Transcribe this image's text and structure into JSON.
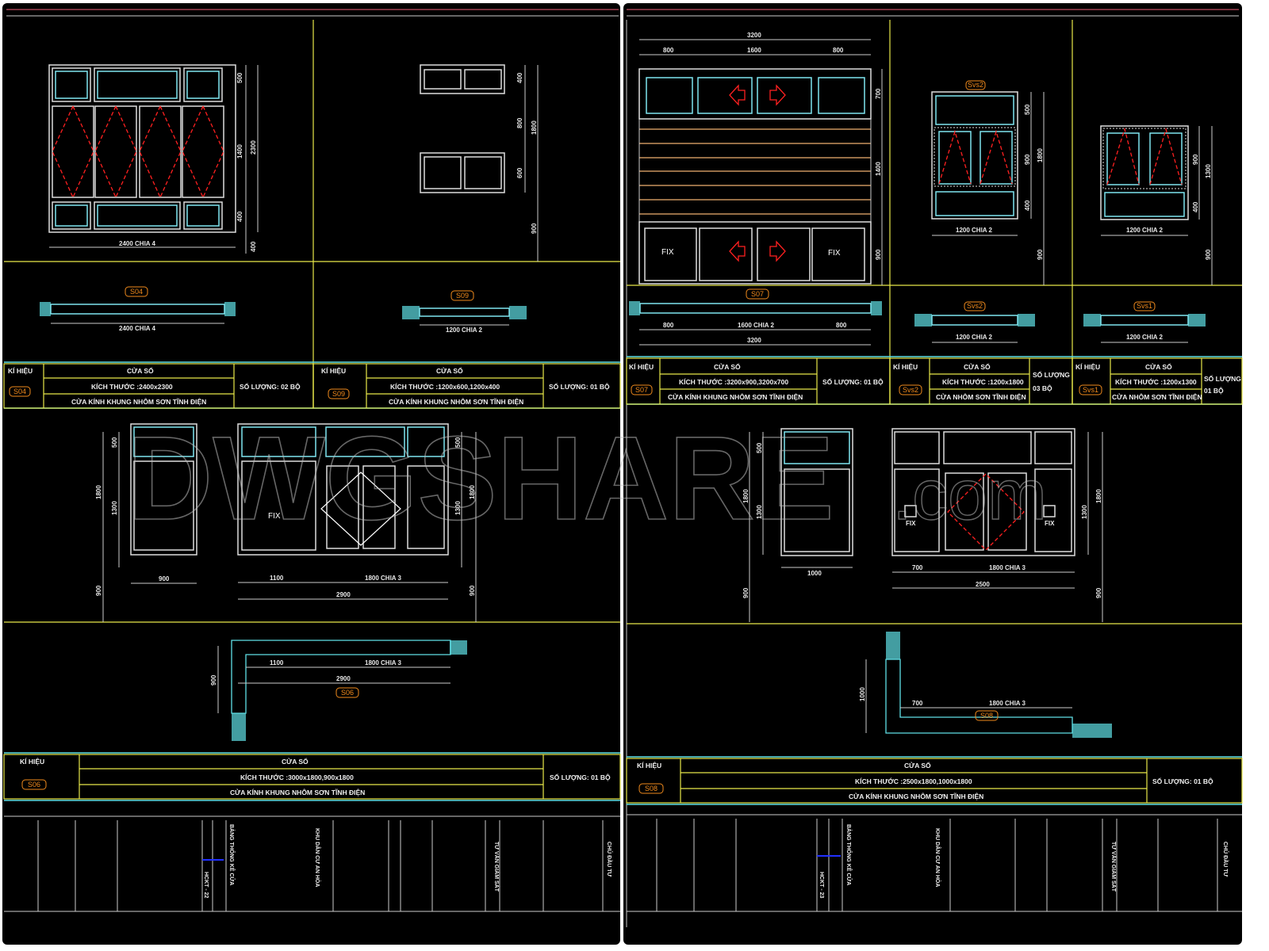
{
  "watermark": {
    "main": "DWGSHARE",
    "suffix": ".com"
  },
  "colors": {
    "background": "#000000",
    "frame": "#dddddd",
    "glass": "#7fe6f0",
    "grid_yellow": "#e8e84a",
    "grid_cyan": "#5fe0e6",
    "tag": "#f08a1c",
    "opening": "#ff2020"
  },
  "left_sheet": {
    "s04": {
      "tag": "S04",
      "dims": [
        "500",
        "1400",
        "2300",
        "400",
        "2400 CHIA 4",
        "400"
      ],
      "plan_dim": "2400 CHIA 4"
    },
    "s09": {
      "tag": "S09",
      "dims": [
        "400",
        "800",
        "1800",
        "600",
        "900"
      ],
      "plan_dim": "1200 CHIA 2"
    },
    "s06": {
      "tag": "S06",
      "dims": [
        "500",
        "1300",
        "1800",
        "900",
        "900",
        "1100",
        "1800 CHIA 3",
        "2900",
        "500",
        "1300",
        "1800",
        "900"
      ],
      "fix": "FIX",
      "plan_dims": [
        "1100",
        "1800 CHIA 3",
        "2900",
        "900"
      ]
    },
    "tables": [
      {
        "code_header": "KÍ HIỆU",
        "name": "CỬA SỔ",
        "tag": "S04",
        "size": "KÍCH THƯỚC :2400x2300",
        "desc": "CỬA KÍNH KHUNG NHÔM SƠN TĨNH ĐIỆN",
        "qty": "SỐ LƯỢNG:   02 BỘ"
      },
      {
        "code_header": "KÍ HIỆU",
        "name": "CỬA SỔ",
        "tag": "S09",
        "size": "KÍCH THƯỚC :1200x600,1200x400",
        "desc": "CỬA KÍNH KHUNG NHÔM SƠN TĨNH ĐIỆN",
        "qty": "SỐ LƯỢNG:   01 BỘ"
      },
      {
        "code_header": "KÍ HIỆU",
        "name": "CỬA SỔ",
        "tag": "S06",
        "size": "KÍCH THƯỚC :3000x1800,900x1800",
        "desc": "CỬA KÍNH KHUNG NHÔM SƠN TĨNH ĐIỆN",
        "qty": "SỐ LƯỢNG:  01 BỘ"
      }
    ],
    "title_block": {
      "title": "BẢNG THỐNG KÊ CỬA",
      "project": "KHU DÂN CƯ AN HÒA",
      "sheet": "HCKT - 22",
      "supervisor": "TƯ VẤN GIÁM SÁT",
      "owner": "CHỦ ĐẦU TƯ"
    }
  },
  "right_sheet": {
    "s07": {
      "tag": "S07",
      "dims": [
        "3200",
        "800",
        "1600",
        "800",
        "700",
        "1400",
        "900"
      ],
      "fix": "FIX",
      "plan_dims": [
        "800",
        "1600 CHIA 2",
        "800",
        "3200"
      ]
    },
    "svs2": {
      "tag": "Svs2",
      "dims": [
        "500",
        "900",
        "1800",
        "400",
        "1200 CHIA 2",
        "900"
      ],
      "plan_dim": "1200 CHIA 2"
    },
    "svs1": {
      "tag": "Svs1",
      "dims": [
        "900",
        "1300",
        "400",
        "1200 CHIA 2",
        "900"
      ],
      "plan_dim": "1200 CHIA 2"
    },
    "s08": {
      "tag": "S08",
      "dims": [
        "500",
        "1300",
        "1800",
        "1000",
        "700",
        "1800 CHIA 3",
        "2500",
        "1800",
        "1300",
        "900",
        "900"
      ],
      "fix": "FIX",
      "plan_dims": [
        "1000",
        "700",
        "1800 CHIA 3"
      ]
    },
    "tables": [
      {
        "code_header": "KÍ HIỆU",
        "name": "CỬA SỔ",
        "tag": "S07",
        "size": "KÍCH THƯỚC :3200x900,3200x700",
        "desc": "CỬA KÍNH KHUNG NHÔM SƠN TĨNH ĐIỆN",
        "qty": "SỐ LƯỢNG: 01 BỘ"
      },
      {
        "code_header": "KÍ HIỆU",
        "name": "CỬA SỔ",
        "tag": "Svs2",
        "size": "KÍCH THƯỚC :1200x1800",
        "desc": "CỬA NHÔM SƠN TĨNH ĐIỆN",
        "qty": "SỐ LƯỢNG",
        "qty2": "03 BỘ"
      },
      {
        "code_header": "KÍ HIỆU",
        "name": "CỬA SỔ",
        "tag": "Svs1",
        "size": "KÍCH THƯỚC :1200x1300",
        "desc": "CỬA NHÔM SƠN TĨNH ĐIỆN",
        "qty": "SỐ LƯỢNG",
        "qty2": "01 BỘ"
      },
      {
        "code_header": "KÍ HIỆU",
        "name": "CỬA SỔ",
        "tag": "S08",
        "size": "KÍCH THƯỚC :2500x1800,1000x1800",
        "desc": "CỬA KÍNH KHUNG NHÔM SƠN TĨNH ĐIỆN",
        "qty": "SỐ LƯỢNG: 01 BỘ"
      }
    ],
    "title_block": {
      "title": "BẢNG THỐNG KÊ CỬA",
      "project": "KHU DÂN CƯ AN HÒA",
      "sheet": "HCKT - 23",
      "supervisor": "TƯ VẤN GIÁM SÁT",
      "owner": "CHỦ ĐẦU TƯ"
    }
  }
}
